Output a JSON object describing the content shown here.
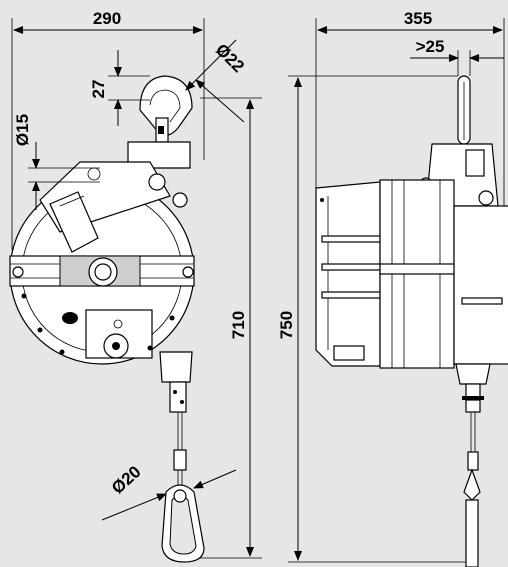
{
  "dimensions": {
    "overall_width_front": "290",
    "overall_width_side": "355",
    "hook_clearance": ">25",
    "top_hook_diameter": "Ø22",
    "top_hook_height": "27",
    "rope_diameter": "Ø15",
    "height_to_body": "710",
    "overall_height": "750",
    "bottom_hook_diameter": "Ø20"
  }
}
